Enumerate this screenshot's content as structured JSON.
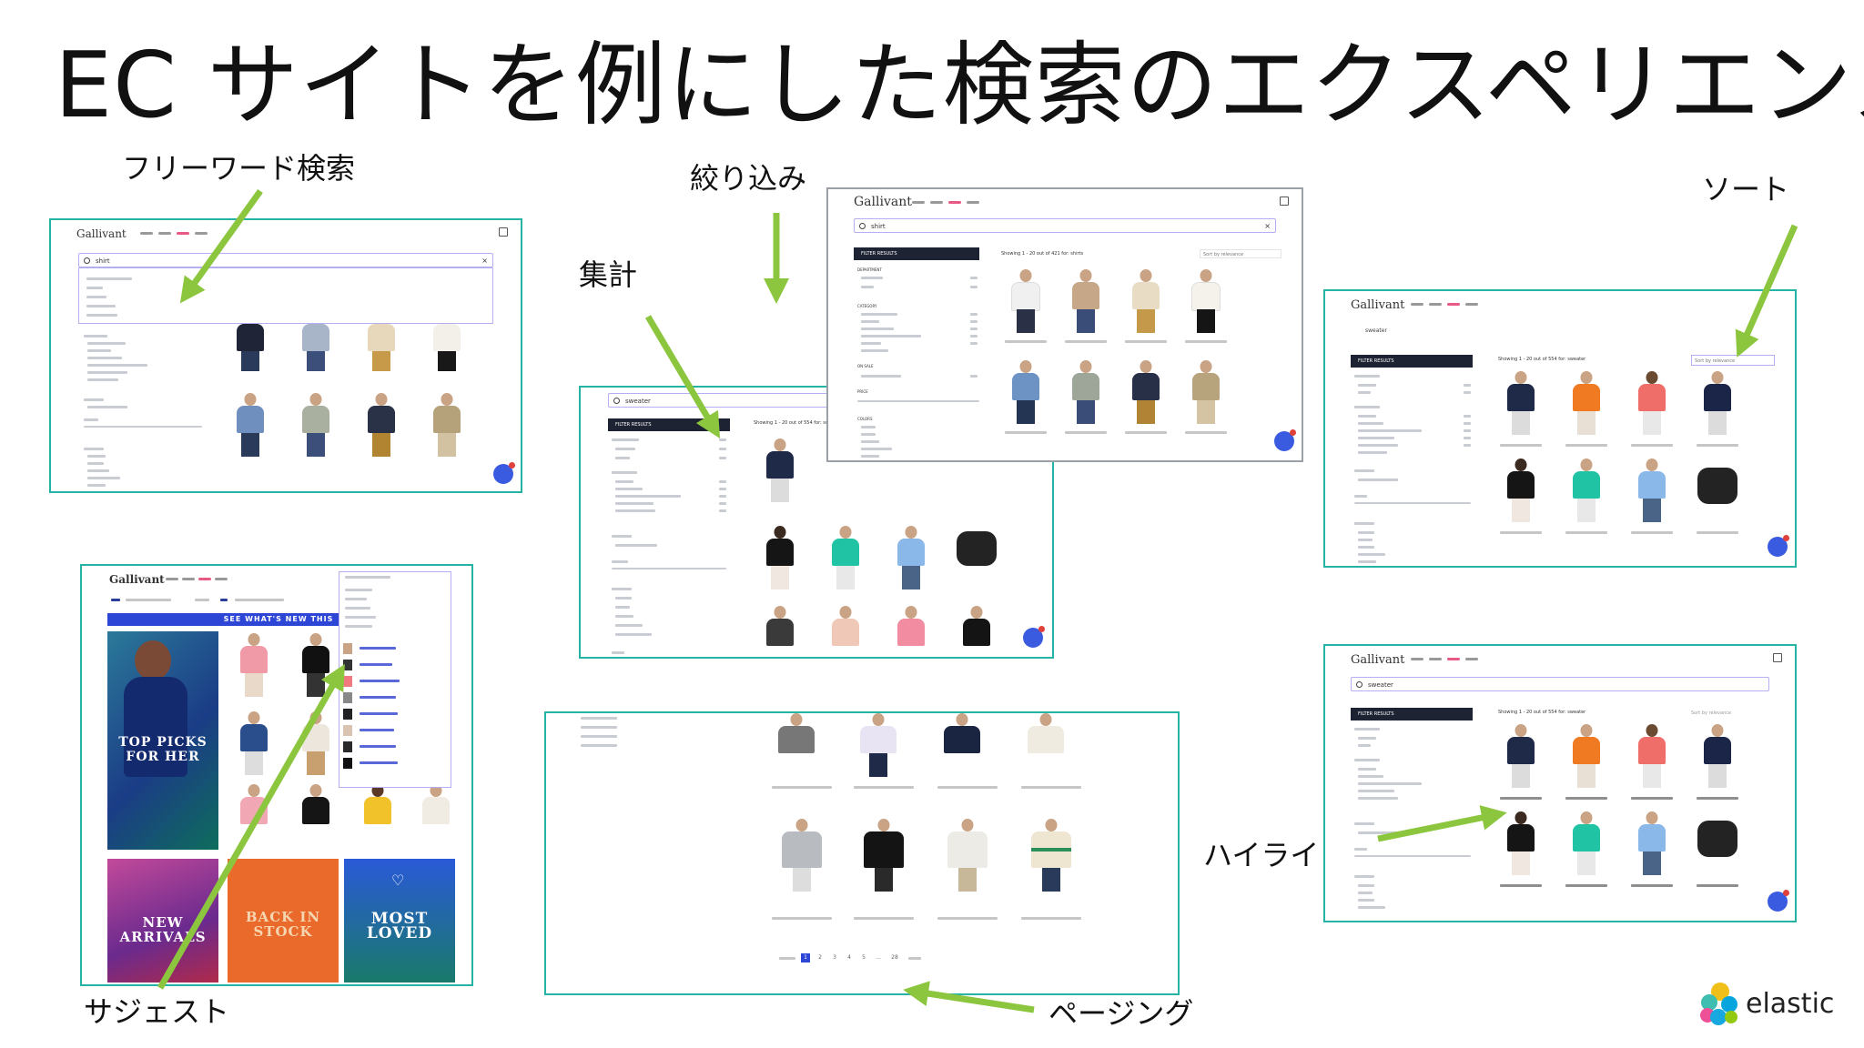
{
  "slide": {
    "title": "EC サイトを例にした検索のエクスペリエンス"
  },
  "labels": {
    "freeword": "フリーワード検索",
    "filter": "絞り込み",
    "aggregate": "集計",
    "sort": "ソート",
    "suggest": "サジェスト",
    "paging": "ページング",
    "highlight": "ハイライト"
  },
  "mockup": {
    "brand": "Gallivant",
    "search_shirt": "shirt",
    "search_sweater": "sweater",
    "filter_results": "FILTER RESULTS",
    "showing_shirt": "Showing 1 - 20 out of 421 for: shirts",
    "showing_sweater": "Showing 1 - 20 out of 554 for: sweater",
    "sort_by": "Sort by relevance",
    "department": "DEPARTMENT",
    "category": "CATEGORY",
    "on_sale": "ON SALE",
    "price": "PRICE",
    "colors": "COLORS",
    "see_new": "SEE WHAT'S NEW THIS",
    "top_picks": "TOP PICKS FOR HER",
    "new_arrivals": "NEW ARRIVALS",
    "back_in_stock": "BACK IN STOCK",
    "most_loved": "MOST LOVED",
    "pager": [
      "1",
      "2",
      "3",
      "4",
      "5",
      "...",
      "28"
    ]
  },
  "logo": {
    "text": "elastic",
    "colors": [
      "#f0bf1a",
      "#3ebeb0",
      "#07a5de",
      "#ee5097",
      "#17a8e0",
      "#93c90e"
    ]
  },
  "colors": {
    "frame": "#24b3a4",
    "arrow": "#8cc63f"
  }
}
